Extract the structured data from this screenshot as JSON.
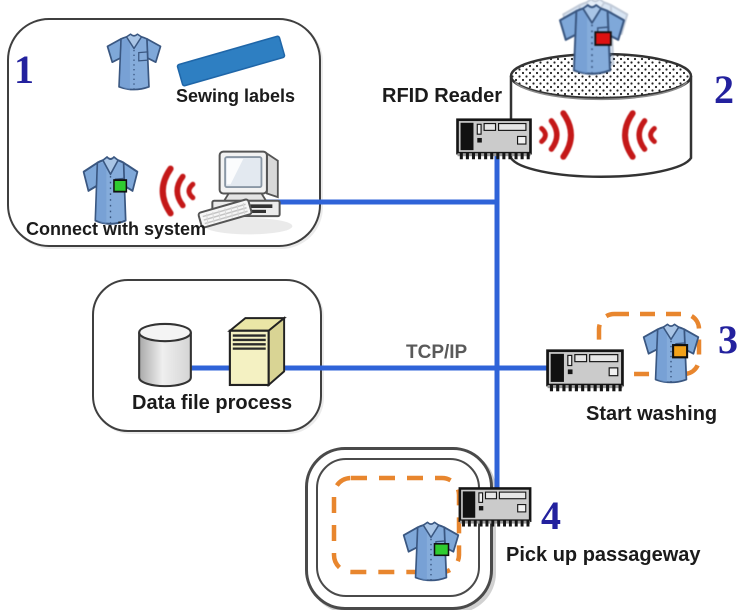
{
  "colors": {
    "line_blue": "#2F63D8",
    "number_blue": "#23219E",
    "zone_orange": "#E8862E",
    "wave_red": "#C41818",
    "label_strip_blue": "#2E7FC2",
    "tags": {
      "connect": "#2FCC2F",
      "washing_drum": "#DD1111",
      "start_washing": "#F2A21A",
      "pickup": "#2FCC2F"
    }
  },
  "stage1": {
    "number": "1",
    "sewing_caption": "Sewing labels",
    "connect_caption": "Connect with system"
  },
  "stage2": {
    "number": "2",
    "reader_caption": "RFID Reader"
  },
  "stage3": {
    "number": "3",
    "caption": "Start washing"
  },
  "stage4": {
    "number": "4",
    "caption": "Pick up passageway"
  },
  "data_process": {
    "caption": "Data file process"
  },
  "network": {
    "protocol": "TCP/IP"
  }
}
